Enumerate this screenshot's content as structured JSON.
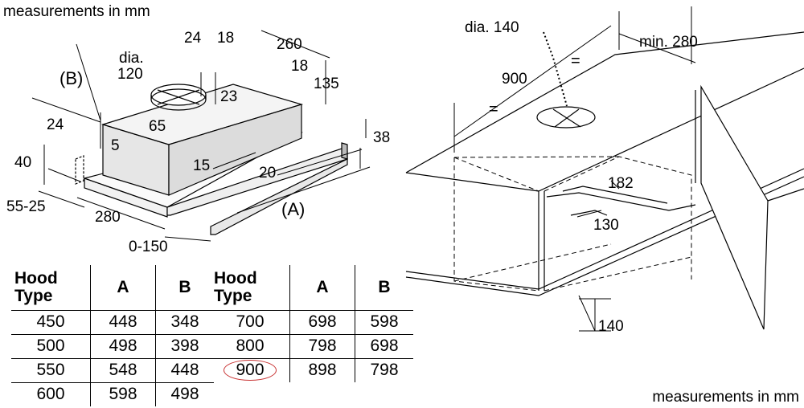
{
  "captions": {
    "top_left": "measurements in mm",
    "bottom_right": "measurements in mm"
  },
  "left_diagram": {
    "b_label": "(B)",
    "a_label": "(A)",
    "dims": {
      "d24a": "24",
      "d18a": "18",
      "d260": "260",
      "d18b": "18",
      "d135": "135",
      "dia": "dia.",
      "d120": "120",
      "d23": "23",
      "d24b": "24",
      "d65": "65",
      "d5": "5",
      "d40": "40",
      "d15": "15",
      "d20": "20",
      "d38": "38",
      "d5525": "55-25",
      "d280": "280",
      "d0150": "0-150"
    }
  },
  "right_diagram": {
    "dia140": "dia. 140",
    "min280": "min. 280",
    "d900": "900",
    "eq1": "=",
    "eq2": "=",
    "d182": "182",
    "d130": "130",
    "d140": "140"
  },
  "table_left": {
    "headers": [
      "Hood\nType",
      "A",
      "B"
    ],
    "hood_header_line1": "Hood",
    "hood_header_line2": "Type",
    "rows": [
      [
        "450",
        "448",
        "348"
      ],
      [
        "500",
        "498",
        "398"
      ],
      [
        "550",
        "548",
        "448"
      ],
      [
        "600",
        "598",
        "498"
      ]
    ]
  },
  "table_right": {
    "hood_header_line1": "Hood",
    "hood_header_line2": "Type",
    "col_a": "A",
    "col_b": "B",
    "rows": [
      [
        "700",
        "698",
        "598"
      ],
      [
        "800",
        "798",
        "698"
      ],
      [
        "900",
        "898",
        "798"
      ]
    ],
    "highlight_color": "#c83232"
  },
  "colors": {
    "line": "#000000",
    "highlight": "#c83232"
  }
}
